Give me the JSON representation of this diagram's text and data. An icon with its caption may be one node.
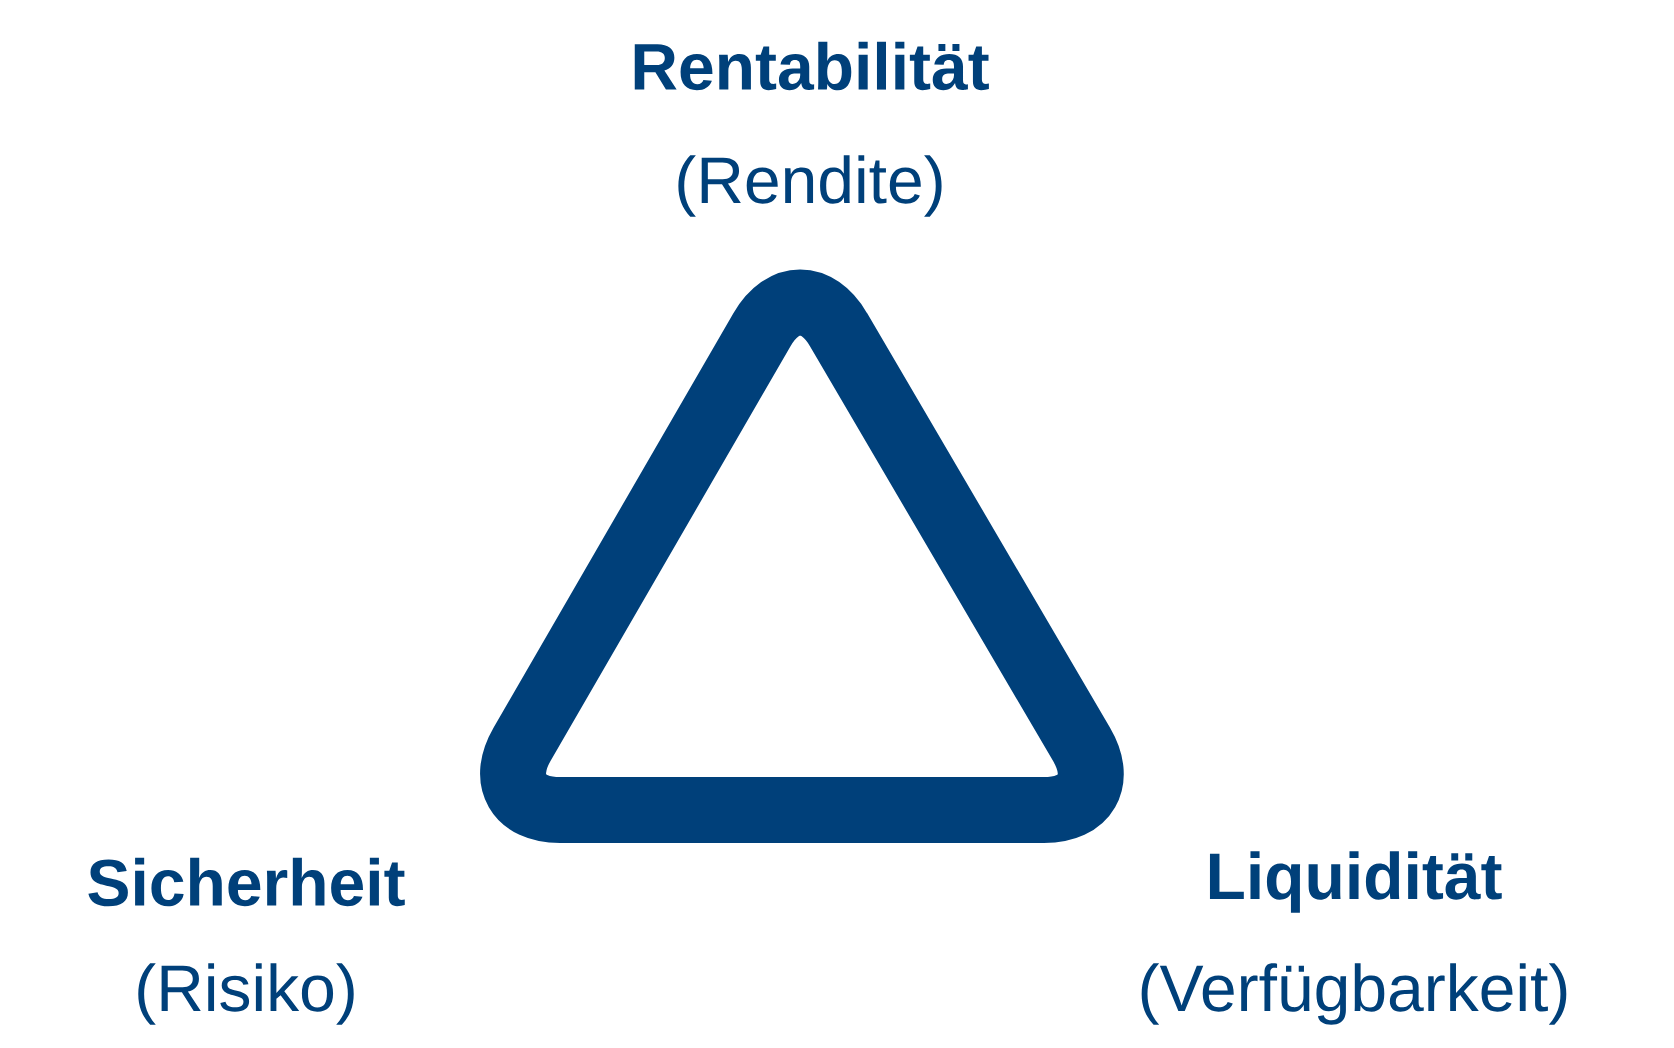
{
  "diagram": {
    "labels": [
      "Rentabilität",
      "(Rendite)",
      "Sicherheit",
      "(Risiko)",
      "Liquidität",
      "(Verfügbarkeit)"
    ]
  }
}
